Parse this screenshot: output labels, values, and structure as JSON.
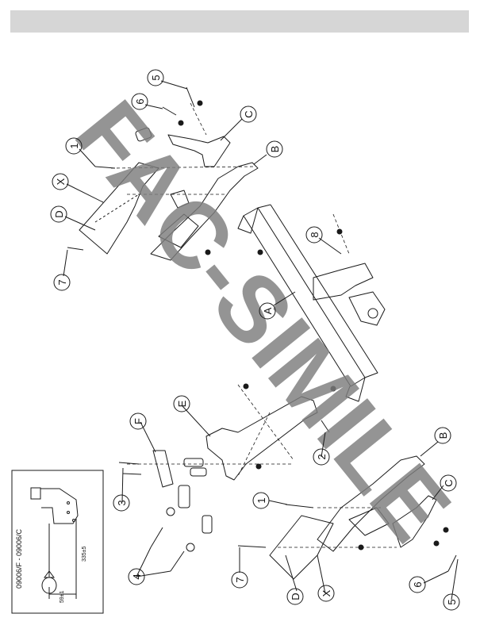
{
  "header": {
    "fill": "#d6d6d6"
  },
  "watermark": {
    "text": "FAC-SIMILE",
    "color": "#7d7d7d"
  },
  "inset": {
    "model_code": "09006/F - 09006/C",
    "dim_vertical": "335±5",
    "dim_horizontal": "59±1"
  },
  "callouts": {
    "c5_top": "5",
    "c6_top": "6",
    "cC_top": "C",
    "c1_top": "1",
    "cB_top": "B",
    "cX_top": "X",
    "cD_top": "D",
    "c7_top": "7",
    "c8": "8",
    "cA": "A",
    "cE": "E",
    "cF": "F",
    "c3": "3",
    "c4": "4",
    "c2": "2",
    "c1_bot": "1",
    "c7_bot": "7",
    "cD_bot": "D",
    "cX_bot": "X",
    "cB_bot": "B",
    "cC_bot": "C",
    "c6_bot": "6",
    "c5_bot": "5"
  },
  "colors": {
    "line": "#1a1a1a",
    "watermark": "#7d7d7d",
    "header": "#d6d6d6"
  }
}
